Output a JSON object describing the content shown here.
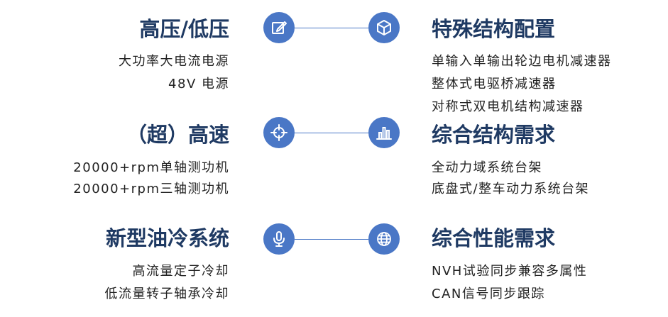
{
  "rows": [
    {
      "left_title": "高压/低压",
      "left_lines": [
        "大功率大电流电源",
        "48V 电源"
      ],
      "right_title": "特殊结构配置",
      "right_lines": [
        "单输入单输出轮边电机减速器",
        "整体式电驱桥减速器",
        "对称式双电机结构减速器"
      ],
      "left_icon": "edit-icon",
      "right_icon": "cube-icon"
    },
    {
      "left_title": "（超）高速",
      "left_lines": [
        "20000+rpm单轴测功机",
        "20000+rpm三轴测功机"
      ],
      "right_title": "综合结构需求",
      "right_lines": [
        "全动力域系统台架",
        "底盘式/整车动力系统台架"
      ],
      "left_icon": "crosshair-icon",
      "right_icon": "bar-chart-icon"
    },
    {
      "left_title": "新型油冷系统",
      "left_lines": [
        "高流量定子冷却",
        "低流量转子轴承冷却"
      ],
      "right_title": "综合性能需求",
      "right_lines": [
        "NVH试验同步兼容多属性",
        "CAN信号同步跟踪"
      ],
      "left_icon": "microphone-icon",
      "right_icon": "globe-icon"
    }
  ],
  "colors": {
    "accent": "#4a77c6",
    "title": "#1f3a63",
    "text": "#222222"
  }
}
